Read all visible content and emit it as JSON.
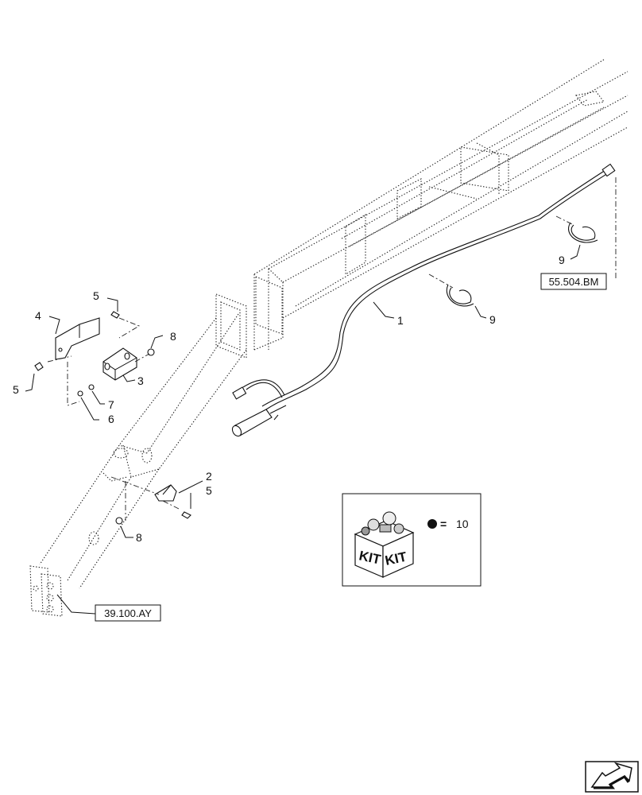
{
  "callouts": {
    "c1": "1",
    "c2": "2",
    "c3": "3",
    "c4": "4",
    "c5a": "5",
    "c5b": "5",
    "c5c": "5",
    "c6": "6",
    "c7": "7",
    "c8a": "8",
    "c8b": "8",
    "c9a": "9",
    "c9b": "9"
  },
  "refs": {
    "ref_boom": "55.504.BM",
    "ref_arm": "39.100.AY"
  },
  "kit": {
    "label_left": "KIT",
    "label_right": "KIT",
    "legend_equals": "=",
    "legend_number": "10"
  },
  "nav": {
    "icon": "next-page-arrow-icon"
  },
  "colors": {
    "line": "#111111",
    "background": "#ffffff"
  }
}
